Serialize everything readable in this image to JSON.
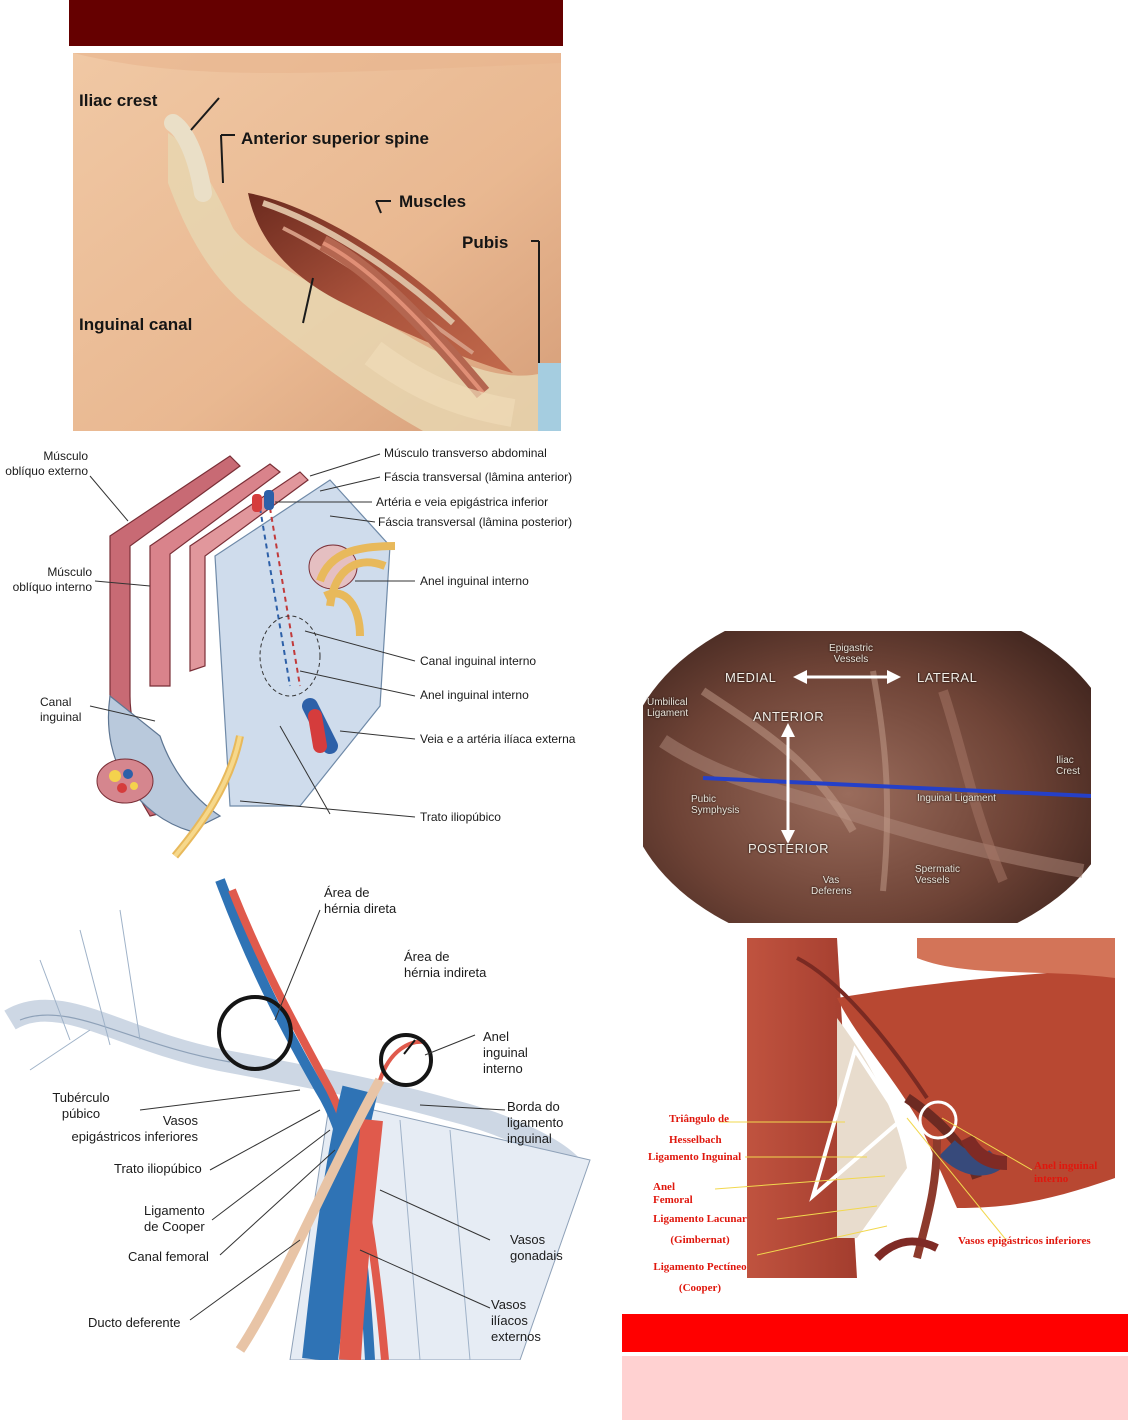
{
  "header_bar": {
    "color": "#650000"
  },
  "footer": {
    "bar_color": "#ff0000",
    "panel_color": "#ffd1d1"
  },
  "fig1": {
    "labels": {
      "iliac_crest": "Iliac crest",
      "asis": "Anterior superior spine",
      "muscles": "Muscles",
      "pubis": "Pubis",
      "inguinal_canal": "Inguinal  canal"
    }
  },
  "fig2": {
    "labels": {
      "ext_oblique": "Músculo\noblíquo externo",
      "int_oblique": "Músculo\noblíquo interno",
      "canal": "Canal\ninguinal",
      "transverse": "Músculo transverso abdominal",
      "fascia_ant": "Fáscia transversal (lâmina anterior)",
      "epigastric": "Artéria e veia epigástrica inferior",
      "fascia_post": "Fáscia transversal (lâmina posterior)",
      "deep_ring": "Anel inguinal interno",
      "canal_int": "Canal inguinal interno",
      "deep_ring2": "Anel inguinal interno",
      "iliac_vessels": "Veia e a artéria ilíaca externa",
      "iliopubic": "Trato iliopúbico"
    }
  },
  "fig3": {
    "labels": {
      "direct": "Área de\nhérnia direta",
      "indirect": "Área de\nhérnia indireta",
      "ring": "Anel\ninguinal\ninterno",
      "tubercle": "Tubérculo\npúbico",
      "epig": "Vasos\nepigástricos inferiores",
      "border": "Borda do\nligamento\ninguinal",
      "iliopubic": "Trato iliopúbico",
      "cooper": "Ligamento\nde Cooper",
      "femoral": "Canal femoral",
      "gonadal": "Vasos\ngonadais",
      "deferens": "Ducto deferente",
      "iliac": "Vasos\nilíacos\nexternos"
    }
  },
  "fig4": {
    "labels": {
      "epigastric": "Epigastric\nVessels",
      "medial": "MEDIAL",
      "lateral": "LATERAL",
      "umbilical": "Umbilical\nLigament",
      "anterior": "ANTERIOR",
      "iliac_crest": "Iliac\nCrest",
      "pubic": "Pubic\nSymphysis",
      "inguinal_lig": "Inguinal Ligament",
      "posterior": "POSTERIOR",
      "spermatic": "Spermatic\nVessels",
      "vas": "Vas\nDeferens"
    }
  },
  "fig5": {
    "labels": {
      "hesselbach": "Triângulo de\nHesselbach",
      "inguinal": "Ligamento Inguinal",
      "femoral": "Anel\nFemoral",
      "lacunar": "Ligamento Lacunar\n(Gimbernat)",
      "pectineal": "Ligamento Pectíneo\n(Cooper)",
      "deep_ring": "Anel inguinal\ninterno",
      "epigastric": "Vasos epigástricos inferiores"
    }
  }
}
